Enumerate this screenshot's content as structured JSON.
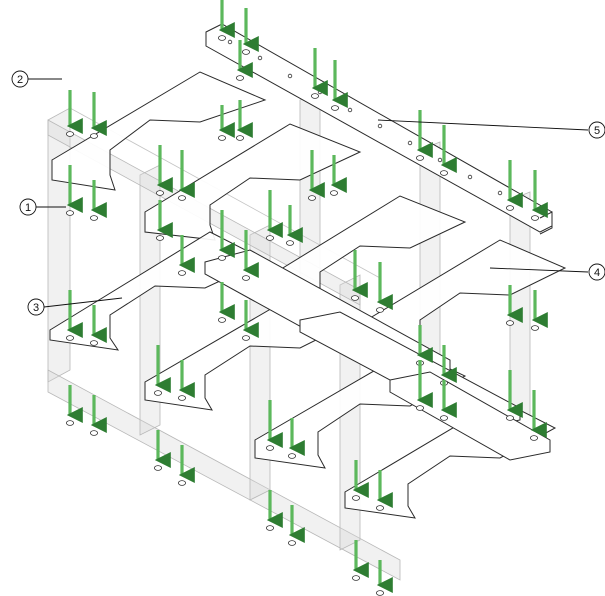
{
  "callouts": [
    {
      "label": "1"
    },
    {
      "label": "2"
    },
    {
      "label": "3"
    },
    {
      "label": "4"
    },
    {
      "label": "5"
    }
  ],
  "colors": {
    "arrow": "#5cb85c",
    "arrow_dark": "#2e7d32",
    "outline": "#2a2a2a",
    "ghost": "#cfcfcf"
  }
}
